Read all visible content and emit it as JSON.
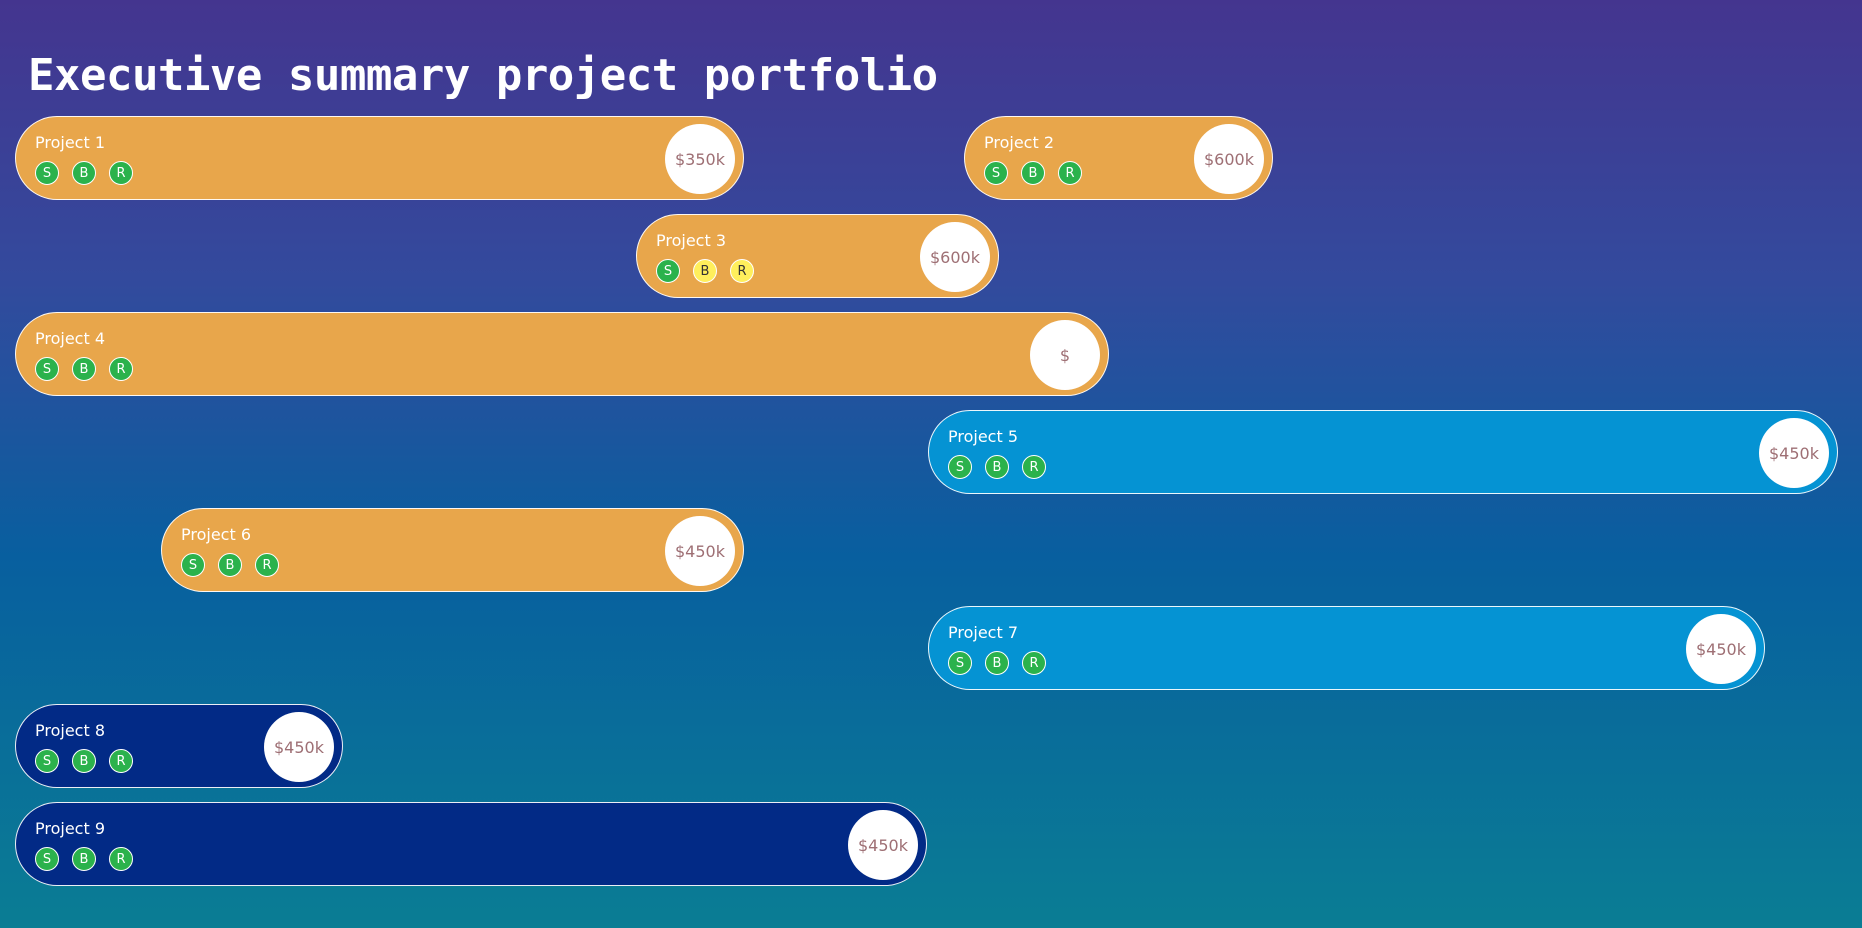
{
  "page": {
    "title": "Executive summary project portfolio"
  },
  "colors": {
    "orange_bar": "#e8a64b",
    "sky_bar": "#0593d3",
    "navy_bar": "#022a86",
    "badge_green": "#2bb24c",
    "badge_yellow": "#ffef5c",
    "budget_text": "#9e6f74"
  },
  "projects": [
    {
      "name": "Project 1",
      "color": "orange",
      "budget": "$350k",
      "statuses": [
        {
          "label": "S",
          "status": "green"
        },
        {
          "label": "B",
          "status": "green"
        },
        {
          "label": "R",
          "status": "green"
        }
      ]
    },
    {
      "name": "Project 2",
      "color": "orange",
      "budget": "$600k",
      "statuses": [
        {
          "label": "S",
          "status": "green"
        },
        {
          "label": "B",
          "status": "green"
        },
        {
          "label": "R",
          "status": "green"
        }
      ]
    },
    {
      "name": "Project 3",
      "color": "orange",
      "budget": "$600k",
      "statuses": [
        {
          "label": "S",
          "status": "green"
        },
        {
          "label": "B",
          "status": "yellow"
        },
        {
          "label": "R",
          "status": "yellow"
        }
      ]
    },
    {
      "name": "Project 4",
      "color": "orange",
      "budget": "$",
      "statuses": [
        {
          "label": "S",
          "status": "green"
        },
        {
          "label": "B",
          "status": "green"
        },
        {
          "label": "R",
          "status": "green"
        }
      ]
    },
    {
      "name": "Project 5",
      "color": "sky",
      "budget": "$450k",
      "statuses": [
        {
          "label": "S",
          "status": "green"
        },
        {
          "label": "B",
          "status": "green"
        },
        {
          "label": "R",
          "status": "green"
        }
      ]
    },
    {
      "name": "Project 6",
      "color": "orange",
      "budget": "$450k",
      "statuses": [
        {
          "label": "S",
          "status": "green"
        },
        {
          "label": "B",
          "status": "green"
        },
        {
          "label": "R",
          "status": "green"
        }
      ]
    },
    {
      "name": "Project 7",
      "color": "sky",
      "budget": "$450k",
      "statuses": [
        {
          "label": "S",
          "status": "green"
        },
        {
          "label": "B",
          "status": "green"
        },
        {
          "label": "R",
          "status": "green"
        }
      ]
    },
    {
      "name": "Project 8",
      "color": "navy",
      "budget": "$450k",
      "statuses": [
        {
          "label": "S",
          "status": "green"
        },
        {
          "label": "B",
          "status": "green"
        },
        {
          "label": "R",
          "status": "green"
        }
      ]
    },
    {
      "name": "Project 9",
      "color": "navy",
      "budget": "$450k",
      "statuses": [
        {
          "label": "S",
          "status": "green"
        },
        {
          "label": "B",
          "status": "green"
        },
        {
          "label": "R",
          "status": "green"
        }
      ]
    }
  ]
}
